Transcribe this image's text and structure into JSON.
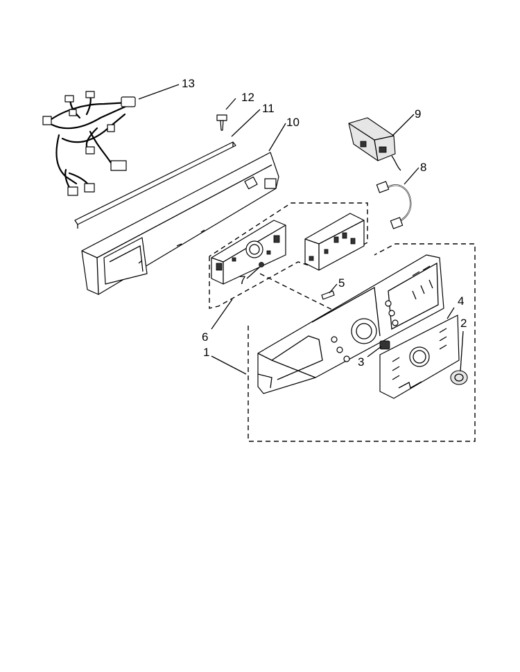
{
  "callouts": {
    "c1": "1",
    "c2": "2",
    "c3": "3",
    "c4": "4",
    "c5": "5",
    "c6": "6",
    "c7": "7",
    "c8": "8",
    "c9": "9",
    "c10": "10",
    "c11": "11",
    "c12": "12",
    "c13": "13"
  },
  "colors": {
    "line": "#000000",
    "background": "#ffffff",
    "part_fill": "#e6e6e6"
  }
}
